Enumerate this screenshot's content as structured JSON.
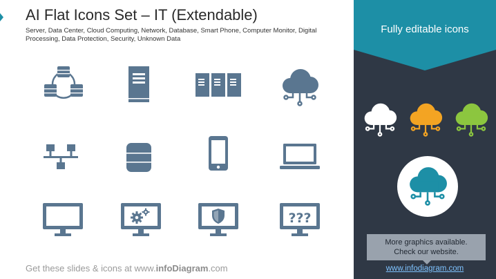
{
  "slide": {
    "title": "AI Flat Icons Set – IT (Extendable)",
    "subtitle": "Server, Data Center, Cloud Computing, Network, Database, Smart Phone, Computer Monitor, Digital Processing, Data Protection, Security, Unknown Data",
    "icon_color": "#5a7690",
    "icons": [
      "database-network-icon",
      "server-icon",
      "data-center-icon",
      "cloud-computing-icon",
      "network-icon",
      "database-icon",
      "smart-phone-icon",
      "laptop-icon",
      "computer-monitor-icon",
      "digital-processing-icon",
      "data-protection-icon",
      "unknown-data-icon"
    ],
    "unknown_data_text": "???",
    "footer": {
      "prefix": "Get these slides & icons at www.",
      "brand": "infoDiagram",
      "suffix": ".com"
    }
  },
  "panel": {
    "background": "#2f3845",
    "banner_color": "#1d8fa6",
    "banner_text": "Fully editable icons",
    "variant_colors": [
      "#ffffff",
      "#f3a423",
      "#8cc63f",
      "#1d8fa6"
    ],
    "more_text_line1": "More graphics available.",
    "more_text_line2": "Check our website.",
    "website": "www.infodiagram.com"
  }
}
